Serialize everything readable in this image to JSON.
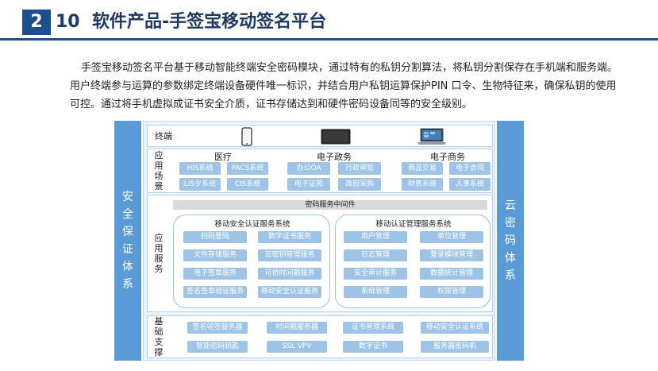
{
  "header": {
    "chapter": "2",
    "section": "10",
    "title": "软件产品-手签宝移动签名平台"
  },
  "intro": "手签宝移动签名平台基于移动智能终端安全密码模块，通过特有的私钥分割算法，将私钥分割保存在手机端和服务端。用户终端参与运算的参数绑定终端设备硬件唯一标识，并结合用户私钥运算保护PIN 口令、生物特征来，确保私钥的使用可控。通过将手机虚拟成证书安全介质，证书存储达到和硬件密码设备同等的安全级别。",
  "side_left": [
    "安",
    "全",
    "保",
    "证",
    "体",
    "系"
  ],
  "side_right": [
    "云",
    "密",
    "码",
    "体",
    "系"
  ],
  "terminal": {
    "label": "终端",
    "devices": [
      "phone-icon",
      "tablet-icon",
      "laptop-icon"
    ]
  },
  "scenarios": {
    "label": [
      "应",
      "用",
      "场",
      "景"
    ],
    "groups": [
      {
        "title": "医疗",
        "items": [
          "HIS系统",
          "PACS系统",
          "LIS夕系统",
          "CIS系统"
        ]
      },
      {
        "title": "电子政务",
        "items": [
          "办公OA",
          "行政审批",
          "电子证照",
          "政府采购"
        ]
      },
      {
        "title": "电子商务",
        "items": [
          "商品交易",
          "电子合同",
          "财务系统",
          "人事系统"
        ]
      }
    ]
  },
  "app_services": {
    "label": [
      "应",
      "用",
      "服",
      "务"
    ],
    "middleware": "密码服务中间件",
    "groups": [
      {
        "title": "移动安全认证服务系统",
        "items": [
          "扫码登陆",
          "数字证书服务",
          "文件存储服务",
          "云密钥管理服务",
          "电子签章服务",
          "可信时间戳服务",
          "签名签章验证服务",
          "移动安全认证服务"
        ]
      },
      {
        "title": "移动认证管理服务系统",
        "items": [
          "用户管理",
          "单位管理",
          "日志管理",
          "登录模块管理",
          "安全审计服务",
          "数据统计管理",
          "系统管理",
          "权限管理"
        ]
      }
    ]
  },
  "infrastructure": {
    "label": [
      "基",
      "础",
      "支",
      "撑"
    ],
    "items": [
      "签名验签服务器",
      "时间戳服务器",
      "证书管理系统",
      "移动安全认证系统",
      "智能密码钥匙",
      "SSL VPV",
      "数字证书",
      "服务器密码机"
    ]
  },
  "colors": {
    "header_blue": "#1f4e8c",
    "side_blue": "#5b9bd5",
    "chip_blue": "#9dc3e6",
    "middleware_gray": "#d9d9d9"
  }
}
